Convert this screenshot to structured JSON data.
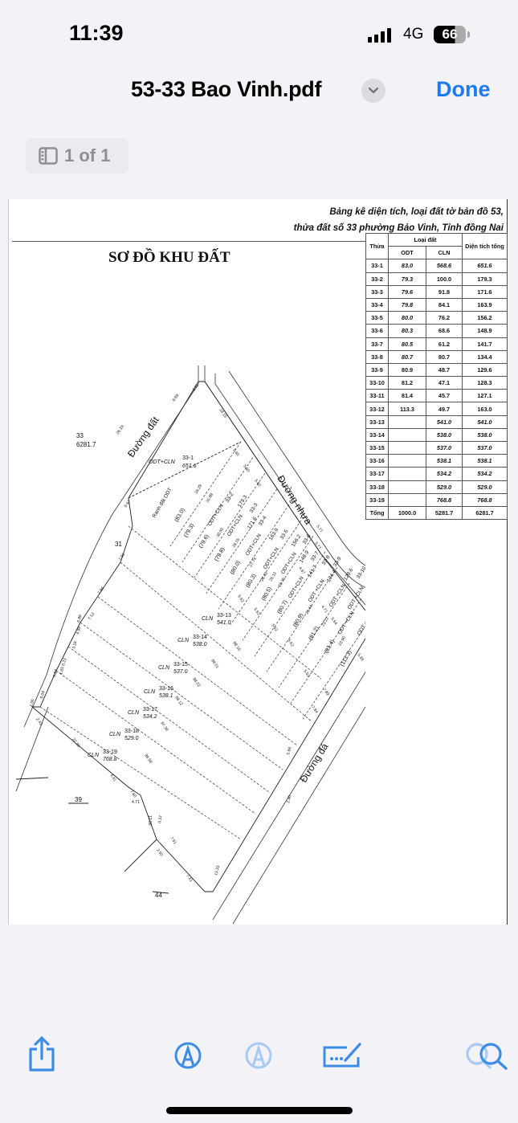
{
  "status_bar": {
    "time": "11:39",
    "network": "4G",
    "battery": "66"
  },
  "nav": {
    "title": "53-33 Bao Vinh.pdf",
    "done_label": "Done",
    "page_indicator": "1 of 1"
  },
  "document": {
    "header_line1": "Bảng kê diện tích, loại đất tờ bản đồ 53,",
    "header_line2": "thửa đất số 33 phường Bảo Vinh, Tỉnh đồng Nai",
    "title": "SƠ ĐỒ KHU ĐẤT",
    "table": {
      "headers": {
        "parcel": "Thửa",
        "land_type": "Loại đất",
        "odt": "ODT",
        "cln": "CLN",
        "total": "Diện tích tổng"
      },
      "rows": [
        [
          "33-1",
          "83.0",
          "568.6",
          "651.6"
        ],
        [
          "33-2",
          "79.3",
          "100.0",
          "179.3"
        ],
        [
          "33-3",
          "79.6",
          "91.8",
          "171.6"
        ],
        [
          "33-4",
          "79.8",
          "84.1",
          "163.9"
        ],
        [
          "33-5",
          "80.0",
          "76.2",
          "156.2"
        ],
        [
          "33-6",
          "80.3",
          "68.6",
          "148.9"
        ],
        [
          "33-7",
          "80.5",
          "61.2",
          "141.7"
        ],
        [
          "33-8",
          "80.7",
          "80.7",
          "134.4"
        ],
        [
          "33-9",
          "80.9",
          "48.7",
          "129.6"
        ],
        [
          "33-10",
          "81.2",
          "47.1",
          "128.3"
        ],
        [
          "33-11",
          "81.4",
          "45.7",
          "127.1"
        ],
        [
          "33-12",
          "113.3",
          "49.7",
          "163.0"
        ],
        [
          "33-13",
          "",
          "541.0",
          "541.0"
        ],
        [
          "33-14",
          "",
          "538.0",
          "538.0"
        ],
        [
          "33-15",
          "",
          "537.0",
          "537.0"
        ],
        [
          "33-16",
          "",
          "538.1",
          "538.1"
        ],
        [
          "33-17",
          "",
          "534.2",
          "534.2"
        ],
        [
          "33-18",
          "",
          "529.0",
          "529.0"
        ],
        [
          "33-19",
          "",
          "768.8",
          "768.8"
        ]
      ],
      "total": [
        "Tổng",
        "1000.0",
        "5281.7",
        "6281.7"
      ]
    },
    "diagram": {
      "roads": {
        "dirt": "Đường đất",
        "asphalt": "Đường nhựa",
        "stone": "Đường đá"
      },
      "neighbors": {
        "n33": "33",
        "n33_area": "6281.7",
        "n31": "31",
        "n39": "39",
        "n44": "44"
      },
      "boundary_note": "Ranh đất ODT",
      "plots": [
        {
          "use": "ODT+CLN",
          "code": "33-1",
          "area": "651.6"
        },
        {
          "use": "ODT+CLN",
          "code": "33-2",
          "area": "179.3"
        },
        {
          "use": "ODT+CLN",
          "code": "33-3",
          "area": "171.6"
        },
        {
          "use": "ODT+CLN",
          "code": "33-4",
          "area": "163.9"
        },
        {
          "use": "ODT+CLN",
          "code": "33-5",
          "area": "156.2"
        },
        {
          "use": "ODT+CLN",
          "code": "33-6",
          "area": "148.9"
        },
        {
          "use": "ODT+CLN",
          "code": "33-7",
          "area": "141.7"
        },
        {
          "use": "ODT +CLN",
          "code": "33-8",
          "area": "134.4"
        },
        {
          "use": "ODT +CLN",
          "code": "33-9",
          "area": "129.6"
        },
        {
          "use": "ODT +CLN",
          "code": "33-10",
          "area": "128.3"
        },
        {
          "use": "ODT +CLN",
          "code": "33-11",
          "area": "127.1"
        },
        {
          "use": "ODT +CLN",
          "code": "33-12",
          "area": "163.0"
        },
        {
          "use": "CLN",
          "code": "33-13",
          "area": "541.0"
        },
        {
          "use": "CLN",
          "code": "33-14",
          "area": "538.0"
        },
        {
          "use": "CLN",
          "code": "33-15",
          "area": "537.0"
        },
        {
          "use": "CLN",
          "code": "33-16",
          "area": "538.1"
        },
        {
          "use": "CLN",
          "code": "33-17",
          "area": "534.2"
        },
        {
          "use": "CLN",
          "code": "33-18",
          "area": "529.0"
        },
        {
          "use": "CLN",
          "code": "33-19",
          "area": "768.8"
        }
      ],
      "odt_areas": [
        "(83.0)",
        "(79.3)",
        "(79.6)",
        "(79.8)",
        "(80.0)",
        "(80.3)",
        "(80.5)",
        "(80.7)",
        "(80.9)",
        "(81.2)",
        "(81.4)",
        "(113.3)"
      ],
      "dimensions": [
        "9.59",
        "2.11",
        "18.15",
        "26.19",
        "9.97",
        "5.60",
        "5.60",
        "5.60",
        "33.29",
        "31.89",
        "30.50",
        "29.15",
        "27.74",
        "26.42",
        "25.10",
        "23.75",
        "23.44",
        "23.22",
        "22.90",
        "88.16",
        "88.01",
        "88.02",
        "88.12",
        "87.38",
        "96.58",
        "5.52",
        "5.52",
        "5.52",
        "5.52",
        "5.52",
        "7.96",
        "7.96",
        "7.13",
        "4.99",
        "3.16",
        "1.65",
        "9.04",
        "2.42",
        "22.33",
        "4.41",
        "7.60",
        "12.80",
        "7.51",
        "7.31",
        "13.33",
        "5.38",
        "8.75",
        "9.20",
        "7.89",
        "7.94",
        "5.99",
        "4.71",
        "0.86",
        "0.84",
        "0.22",
        "1.00",
        "2.50",
        "0.37",
        "2.40",
        "5.77",
        "5.77",
        "4.67",
        "5.54",
        "5.64",
        "4.71"
      ]
    }
  },
  "toolbar": {
    "share": "share-icon",
    "markup": "markup-icon",
    "markup_alt": "markup-faded-icon",
    "signature": "signature-icon",
    "search": "search-icon"
  },
  "colors": {
    "accent": "#1a7cf0",
    "toolbar_icon": "#3d8de6",
    "background": "#f2f2f7"
  }
}
